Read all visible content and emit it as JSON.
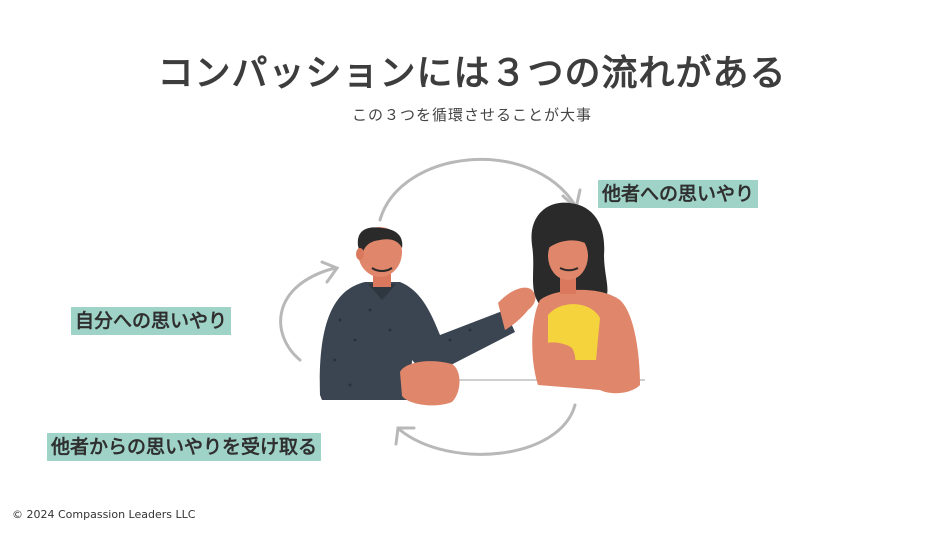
{
  "title": "コンパッションには３つの流れがある",
  "subtitle": "この３つを循環させることが大事",
  "labels": {
    "others": "他者への思いやり",
    "self": "自分への思いやり",
    "receive": "他者からの思いやりを受け取る"
  },
  "footer": "© 2024 Compassion Leaders LLC",
  "colors": {
    "label_bg": "#9fd3c7",
    "arrow": "#b8b8b8",
    "skin": "#e0866a",
    "man_shirt": "#3b4552",
    "woman_top": "#f5d33c",
    "hair": "#2a2a2a"
  }
}
